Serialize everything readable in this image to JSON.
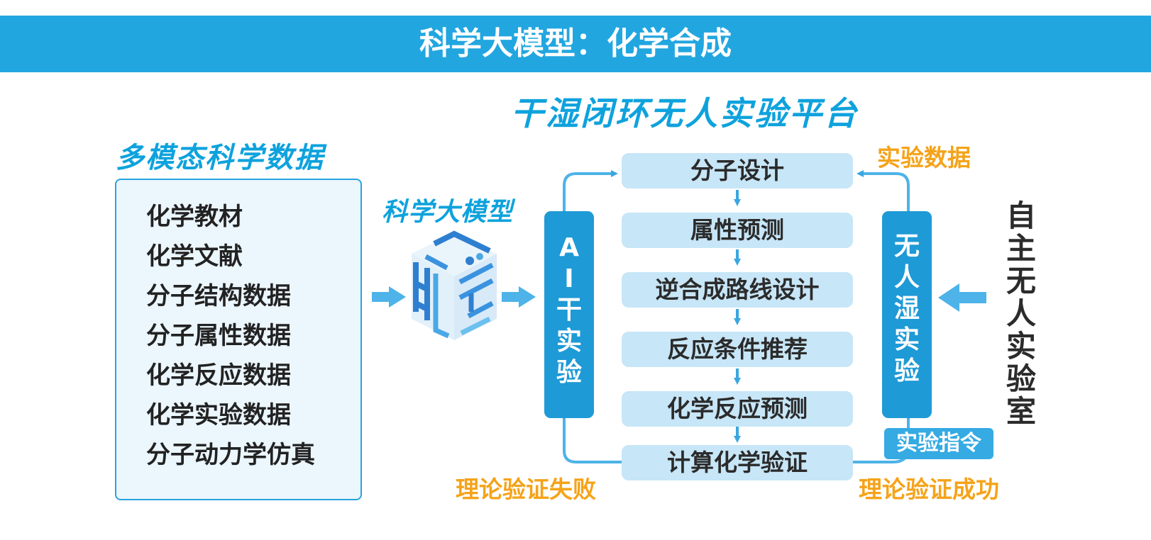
{
  "title": "科学大模型：化学合成",
  "platform_heading": "干湿闭环无人实验平台",
  "data_heading": "多模态科学数据",
  "model_label": "科学大模型",
  "data_items": [
    "化学教材",
    "化学文献",
    "分子结构数据",
    "分子属性数据",
    "化学反应数据",
    "化学实验数据",
    "分子动力学仿真"
  ],
  "steps": [
    "分子设计",
    "属性预测",
    "逆合成路线设计",
    "反应条件推荐",
    "化学反应预测",
    "计算化学验证"
  ],
  "ai_dry_label": "AI干实验",
  "wet_label": "无人湿实验",
  "experiment_data": "实验数据",
  "experiment_command": "实验指令",
  "theory_fail": "理论验证失败",
  "theory_success": "理论验证成功",
  "autonomous_lab": "自主无人实验室",
  "colors": {
    "banner": "#22a6e0",
    "heading_blue": "#0ea2dd",
    "step_bg": "#c7e6f7",
    "bar_blue": "#1e9ad6",
    "orange": "#f5a31a"
  }
}
